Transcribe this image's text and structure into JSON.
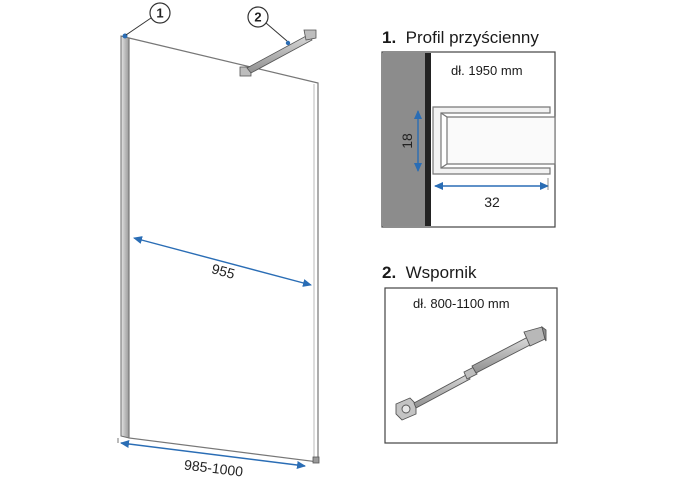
{
  "callouts": {
    "profile_number": "1",
    "bracket_number": "2"
  },
  "dimensions": {
    "panel_width": "955",
    "total_width": "985-1000"
  },
  "profile_panel": {
    "number": "1.",
    "title": "Profil przyścienny",
    "length": "dł. 1950 mm",
    "height_dim": "18",
    "depth_dim": "32"
  },
  "bracket_panel": {
    "number": "2.",
    "title": "Wspornik",
    "length": "dł. 800-1100 mm"
  },
  "colors": {
    "dimension_blue": "#2a6db5",
    "wall_gray": "#8c8c8c",
    "outline": "#555555",
    "profile_silver": "#c8c8c8"
  }
}
